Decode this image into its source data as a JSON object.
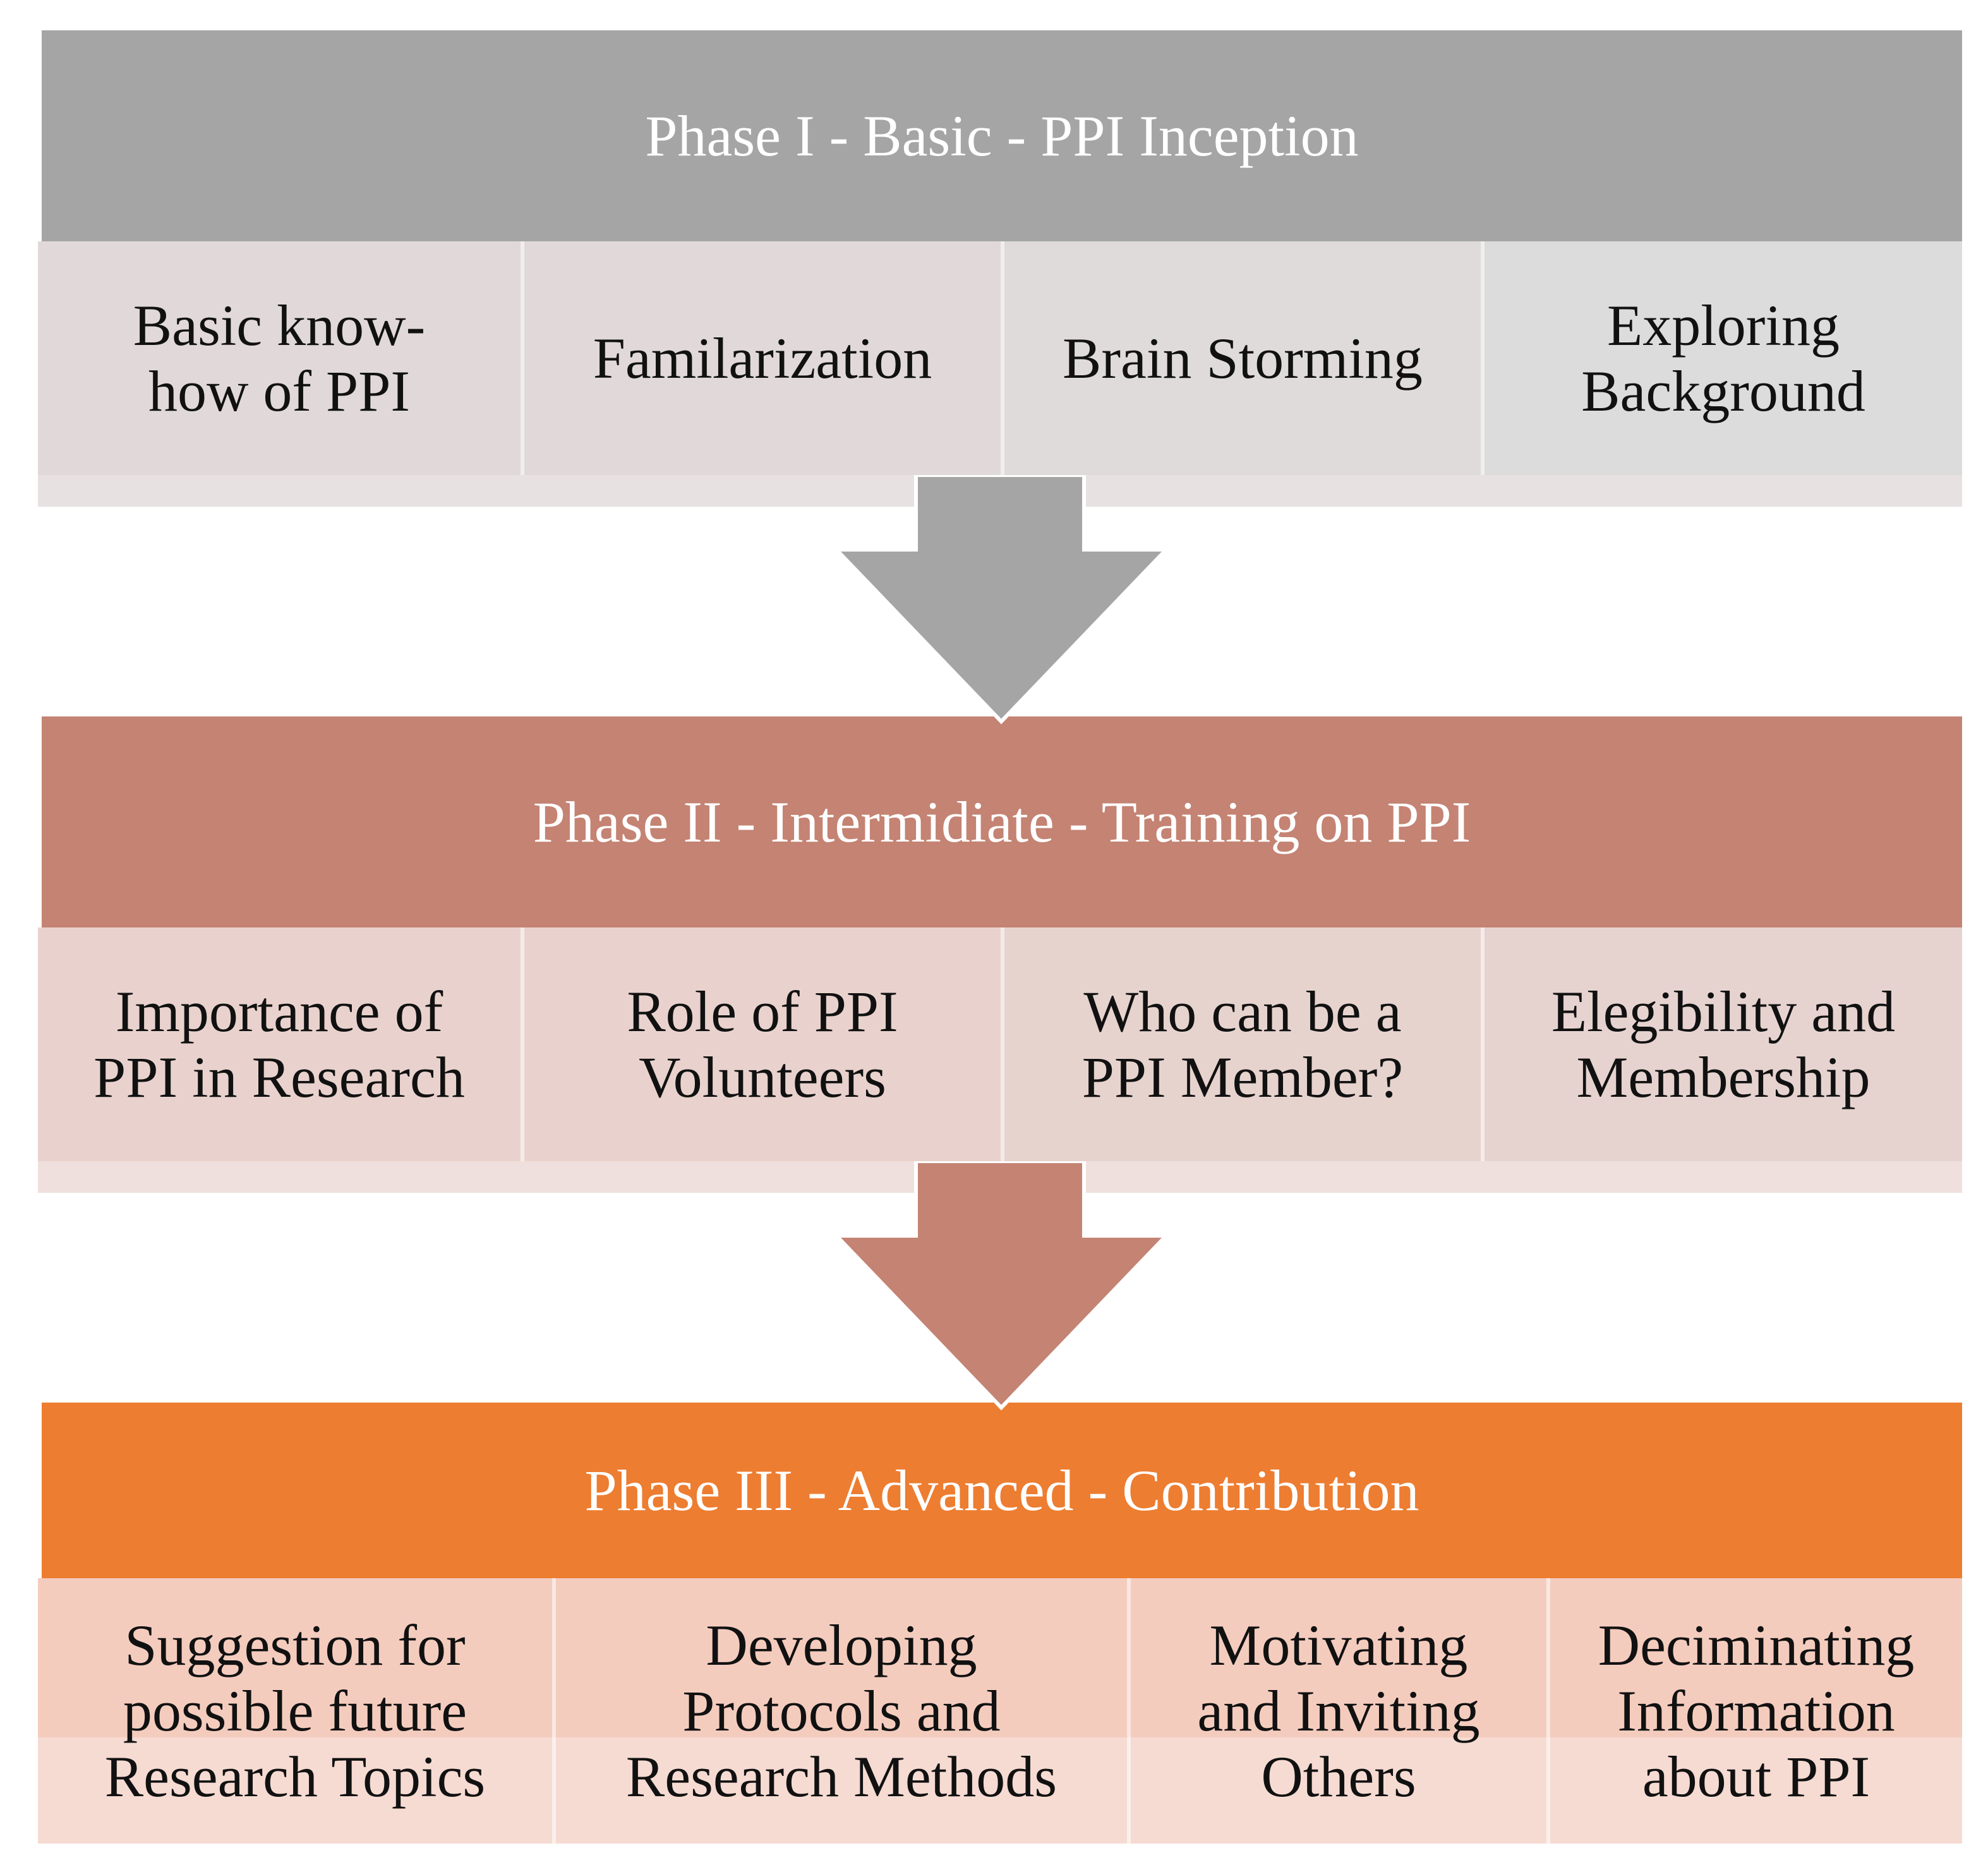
{
  "colors": {
    "phase1_header": "#a5a5a5",
    "phase2_header": "#c48373",
    "phase3_header": "#ed7d31",
    "phase1_cells": [
      "#e1d9d9",
      "#e1d9d9",
      "#dedbda",
      "#dcdcdc"
    ],
    "phase1_band": "#e7e1e1",
    "phase2_cells": [
      "#e9d2cd",
      "#e9d2cd",
      "#e7d3ce",
      "#e6d3d0"
    ],
    "phase2_band": "#efe0dd",
    "phase3_cells": [
      "#f4ccbe",
      "#f4ccbe",
      "#f4ccbe",
      "#f4ccbe"
    ],
    "phase3_band": "#f6dbd2"
  },
  "phases": [
    {
      "title": "Phase I - Basic - PPI Inception",
      "items": [
        "Basic know-\nhow of PPI",
        "Familarization",
        "Brain Storming",
        "Exploring\nBackground"
      ]
    },
    {
      "title": "Phase II - Intermidiate - Training on PPI",
      "items": [
        "Importance of\nPPI in Research",
        "Role of PPI\nVolunteers",
        "Who can be a\nPPI Member?",
        "Elegibility and\nMembership"
      ]
    },
    {
      "title": "Phase III - Advanced - Contribution",
      "items": [
        "Suggestion for\npossible future\nResearch Topics",
        "Developing\nProtocols and\nResearch Methods",
        "Motivating\nand Inviting\nOthers",
        "Deciminating\nInformation\nabout PPI"
      ]
    }
  ]
}
